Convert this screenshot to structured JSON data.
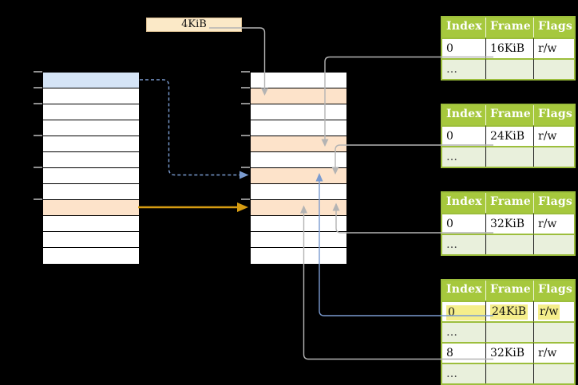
{
  "page_size_label": {
    "text": "4KiB"
  },
  "colors": {
    "background": "#000000",
    "virtual_page_blue": "#d5e4f6",
    "frame_orange": "#fde3ca",
    "table_header_green": "#a6c83d",
    "table_row_green": "#e9f0dc",
    "table_border_green": "#9cbe3c",
    "cell_highlight_yellow": "#f5ee8b",
    "arrow_gray": "#b4b4b4",
    "arrow_blue": "#7a9bd0",
    "arrow_orange": "#d69c12",
    "label_box_cream": "#fbe9c7"
  },
  "virtual_memory": {
    "rows": [
      "blue",
      "white",
      "white",
      "white",
      "white",
      "white",
      "white",
      "white",
      "orange",
      "white",
      "white",
      "white"
    ]
  },
  "physical_memory": {
    "rows": [
      "white",
      "orange",
      "white",
      "white",
      "orange",
      "white",
      "orange",
      "white",
      "orange",
      "white",
      "white",
      "white"
    ]
  },
  "page_tables": [
    {
      "columns": [
        "Index",
        "Frame",
        "Flags"
      ],
      "rows": [
        {
          "cells": [
            "0",
            "16KiB",
            "r/w"
          ],
          "variant": "white",
          "highlight": false
        },
        {
          "cells": [
            "…",
            "",
            ""
          ],
          "variant": "green",
          "highlight": false
        }
      ]
    },
    {
      "columns": [
        "Index",
        "Frame",
        "Flags"
      ],
      "rows": [
        {
          "cells": [
            "0",
            "24KiB",
            "r/w"
          ],
          "variant": "white",
          "highlight": false
        },
        {
          "cells": [
            "…",
            "",
            ""
          ],
          "variant": "green",
          "highlight": false
        }
      ]
    },
    {
      "columns": [
        "Index",
        "Frame",
        "Flags"
      ],
      "rows": [
        {
          "cells": [
            "0",
            "32KiB",
            "r/w"
          ],
          "variant": "white",
          "highlight": false
        },
        {
          "cells": [
            "…",
            "",
            ""
          ],
          "variant": "green",
          "highlight": false
        }
      ]
    },
    {
      "columns": [
        "Index",
        "Frame",
        "Flags"
      ],
      "rows": [
        {
          "cells": [
            "0",
            "24KiB",
            "r/w"
          ],
          "variant": "white",
          "highlight": true
        },
        {
          "cells": [
            "…",
            "",
            ""
          ],
          "variant": "green",
          "highlight": false
        },
        {
          "cells": [
            "8",
            "32KiB",
            "r/w"
          ],
          "variant": "white",
          "highlight": false
        },
        {
          "cells": [
            "…",
            "",
            ""
          ],
          "variant": "green",
          "highlight": false
        }
      ]
    }
  ]
}
